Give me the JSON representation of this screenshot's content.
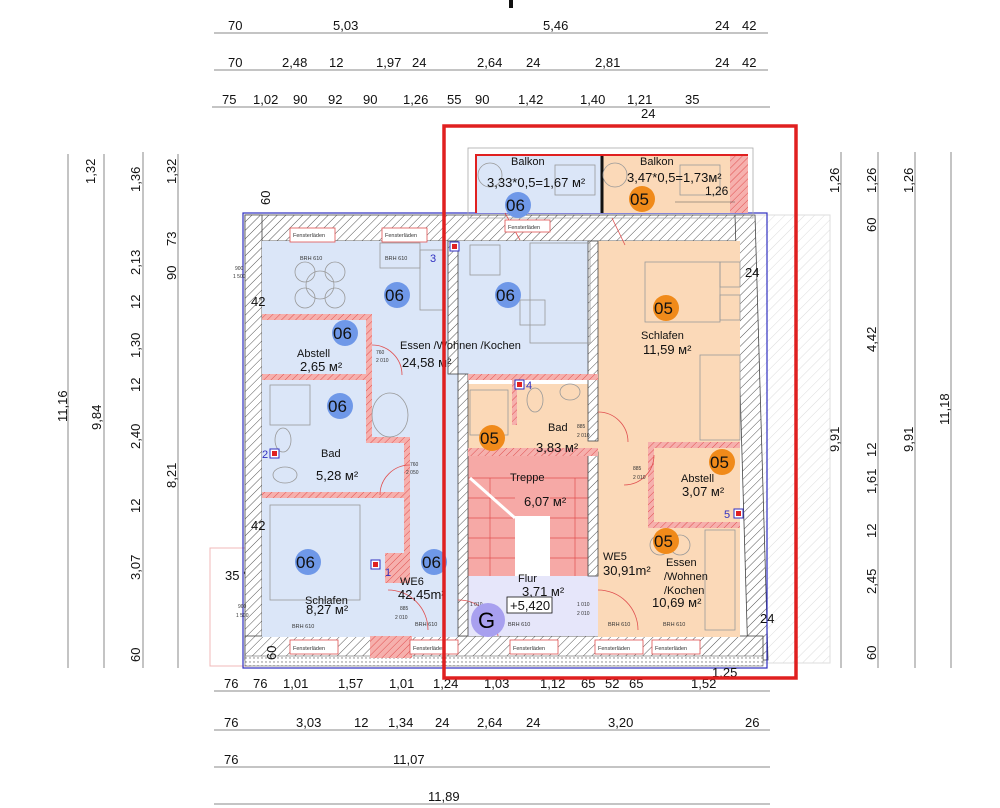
{
  "plan": {
    "title": "Floor plan – WE5 / WE6",
    "colors": {
      "we6_fill": "#dbe6f8",
      "we5_fill": "#fbd9b8",
      "stair_fill": "#f6a9a6",
      "flur_fill": "#e6e6fa",
      "wall_red": "#e05050",
      "highlight_frame": "#e02020",
      "badge_06": "#6f98e8",
      "badge_05": "#f08a1a",
      "badge_g": "#a8a0ef",
      "outline_blue": "#3030c0"
    },
    "dimensions_top": {
      "row1": [
        "70",
        "5,03",
        "5,46",
        "24",
        "42"
      ],
      "row2": [
        "70",
        "2,48",
        "12",
        "1,97",
        "24",
        "2,64",
        "24",
        "2,81",
        "24",
        "42"
      ],
      "row3": [
        "75",
        "1,02",
        "90",
        "92",
        "90",
        "1,26",
        "55",
        "90",
        "1,42",
        "1,40",
        "1,21",
        "24",
        "35"
      ]
    },
    "dimensions_bottom": {
      "row1": [
        "76",
        "76",
        "1,01",
        "1,57",
        "1,01",
        "1,24",
        "1,03",
        "1,12",
        "65",
        "52",
        "65",
        "1,52"
      ],
      "row2": [
        "76",
        "3,03",
        "12",
        "1,34",
        "24",
        "2,64",
        "24",
        "3,20",
        "26"
      ],
      "row3": [
        "76",
        "11,07"
      ],
      "row4": [
        "11,89"
      ]
    },
    "dimensions_left": {
      "col1": [
        "1,32",
        "11,16"
      ],
      "col2": [
        "9,84"
      ],
      "col3": [
        "1,36",
        "2,13",
        "12",
        "1,30",
        "12",
        "2,40",
        "12",
        "3,07",
        "60"
      ],
      "col4": [
        "1,32",
        "73",
        "90",
        "8,21"
      ]
    },
    "dimensions_right": {
      "col1": [
        "1,26",
        "9,91"
      ],
      "col2": [
        "1,26",
        "60",
        "4,42",
        "12",
        "1,61",
        "12",
        "2,45",
        "60"
      ],
      "col3": [
        "1,26",
        "9,91"
      ],
      "col4": [
        "11,18"
      ]
    },
    "misc_dims": {
      "left_wall_top": "42",
      "left_wall_bottom": "42",
      "left_wall_base": "60",
      "top_left": "60",
      "right_wall_upper": "24",
      "right_wall_lower": "24",
      "bottom_right": "1,25",
      "balcony_width": "1,26",
      "roof_angle": "35 °"
    },
    "rooms": [
      {
        "id": "balkon-06",
        "name": "Balkon",
        "area": "3,33*0,5=1,67 м²",
        "unit": "06"
      },
      {
        "id": "balkon-05",
        "name": "Balkon",
        "area": "3,47*0,5=1,73м²",
        "unit": "05"
      },
      {
        "id": "abstell-06",
        "name": "Abstell",
        "area": "2,65 м²",
        "unit": "06"
      },
      {
        "id": "essen-06",
        "name": "Essen /Wohnen /Kochen",
        "area": "24,58 м²",
        "unit": "06"
      },
      {
        "id": "bad-06",
        "name": "Bad",
        "area": "5,28 м²",
        "unit": "06"
      },
      {
        "id": "schlafen-06",
        "name": "Schlafen",
        "area": "8,27 м²",
        "unit": "06"
      },
      {
        "id": "schlafen-05",
        "name": "Schlafen",
        "area": "11,59 м²",
        "unit": "05"
      },
      {
        "id": "bad-05",
        "name": "Bad",
        "area": "3,83 м²",
        "unit": "05"
      },
      {
        "id": "treppe",
        "name": "Treppe",
        "area": "6,07 м²",
        "unit": ""
      },
      {
        "id": "abstell-05",
        "name": "Abstell",
        "area": "3,07 м²",
        "unit": "05"
      },
      {
        "id": "essen-05",
        "name": "Essen\n/Wohnen\n/Kochen",
        "area": "10,69 м²",
        "unit": "05"
      },
      {
        "id": "flur",
        "name": "Flur",
        "area": "3,71 м²",
        "unit": "G"
      }
    ],
    "units": {
      "we6": {
        "name": "WE6",
        "area": "42,45m²"
      },
      "we5": {
        "name": "WE5",
        "area": "30,91m²"
      }
    },
    "essen05_lines": [
      "Essen",
      "/Wohnen",
      "/Kochen"
    ],
    "level": "+5,420",
    "badges": {
      "u06": "06",
      "u05": "05",
      "g": "G"
    },
    "markers": [
      "1",
      "2",
      "3",
      "4",
      "5"
    ],
    "window_labels": {
      "shutters": "Fensterläden",
      "brh": "BRH 610"
    },
    "door_specs": {
      "d760_top": "760",
      "d760_bot": "2 010",
      "d760b_bot": "2 050",
      "d885_top": "885",
      "d885_bot": "2 010",
      "d1010_top": "1 010",
      "d1010_bot": "2 010",
      "w900_top": "900",
      "w900_bot": "1 500",
      "w1010": "1 010",
      "w1500": "1 500"
    }
  }
}
